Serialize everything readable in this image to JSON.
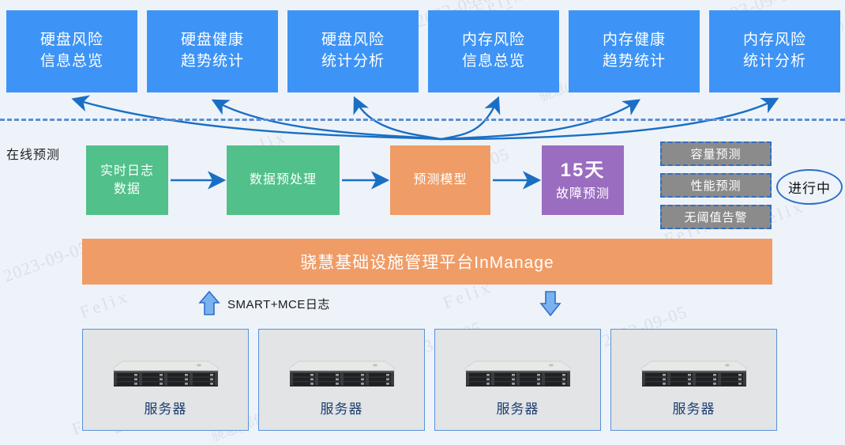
{
  "page": {
    "background_color": "#eef3fa",
    "accent_blue": "#3d94f6",
    "line_blue": "#1a6fc4"
  },
  "watermarks": [
    {
      "text": "2023-09-05"
    },
    {
      "text": "Felix"
    },
    {
      "text": "骁慧(郭俊)"
    }
  ],
  "dashboard": {
    "cards": [
      {
        "line1": "硬盘风险",
        "line2": "信息总览",
        "color": "#3d94f6"
      },
      {
        "line1": "硬盘健康",
        "line2": "趋势统计",
        "color": "#3d94f6"
      },
      {
        "line1": "硬盘风险",
        "line2": "统计分析",
        "color": "#3d94f6"
      },
      {
        "line1": "内存风险",
        "line2": "信息总览",
        "color": "#3d94f6"
      },
      {
        "line1": "内存健康",
        "line2": "趋势统计",
        "color": "#3d94f6"
      },
      {
        "line1": "内存风险",
        "line2": "统计分析",
        "color": "#3d94f6"
      }
    ]
  },
  "section": {
    "label": "在线预测"
  },
  "pipeline": {
    "steps": [
      {
        "line1": "实时日志",
        "line2": "数据",
        "color": "#51c08a"
      },
      {
        "line1": "数据预处理",
        "line2": "",
        "color": "#51c08a"
      },
      {
        "line1": "预测模型",
        "line2": "",
        "color": "#ef9c66"
      }
    ],
    "result": {
      "headline": "15天",
      "caption": "故障预测",
      "color": "#9a6dc0"
    }
  },
  "roadmap": {
    "badges": [
      {
        "label": "容量预测"
      },
      {
        "label": "性能预测"
      },
      {
        "label": "无阈值告警"
      }
    ],
    "status": "进行中"
  },
  "platform": {
    "title": "骁慧基础设施管理平台InManage",
    "color": "#ef9c66"
  },
  "ingest": {
    "log_label": "SMART+MCE日志",
    "up_arrow": "upload-arrow",
    "down_arrow": "download-arrow"
  },
  "servers": [
    {
      "label": "服务器"
    },
    {
      "label": "服务器"
    },
    {
      "label": "服务器"
    },
    {
      "label": "服务器"
    }
  ]
}
